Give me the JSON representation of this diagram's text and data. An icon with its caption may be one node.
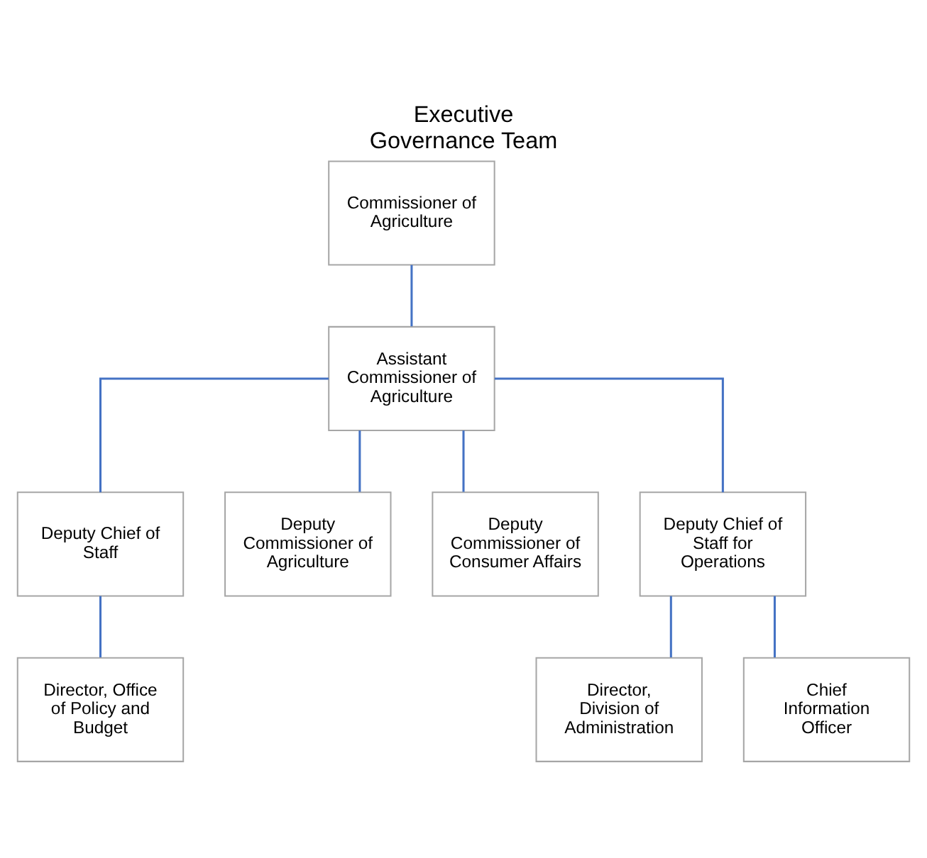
{
  "diagram": {
    "title": "Executive Governance Team",
    "nodes": [
      {
        "text": [
          "Commissioner of Agriculture"
        ]
      },
      {
        "text": [
          "Assistant Commissioner of Agriculture"
        ]
      },
      {
        "text": [
          "Deputy Chief of Staff"
        ]
      },
      {
        "text": [
          "Deputy Commissioner of Agriculture"
        ]
      },
      {
        "text": [
          "Deputy Commissioner of Consumer Affairs"
        ]
      },
      {
        "text": [
          "Deputy Chief of Staff for Operations"
        ]
      },
      {
        "text": [
          "Director, Office of Policy and Budget"
        ]
      },
      {
        "text": [
          "Director, Division of Administration"
        ]
      },
      {
        "text": [
          "Chief Information Officer"
        ]
      }
    ],
    "edges": [
      {
        "from": 0,
        "to": 1,
        "arrow": "none"
      },
      {
        "from": 1,
        "to": 2,
        "arrow": "none"
      },
      {
        "from": 1,
        "to": 3,
        "arrow": "none"
      },
      {
        "from": 1,
        "to": 4,
        "arrow": "none"
      },
      {
        "from": 1,
        "to": 5,
        "arrow": "none"
      },
      {
        "from": 2,
        "to": 6,
        "arrow": "none"
      },
      {
        "from": 5,
        "to": 7,
        "arrow": "none"
      },
      {
        "from": 5,
        "to": 8,
        "arrow": "none"
      }
    ]
  }
}
